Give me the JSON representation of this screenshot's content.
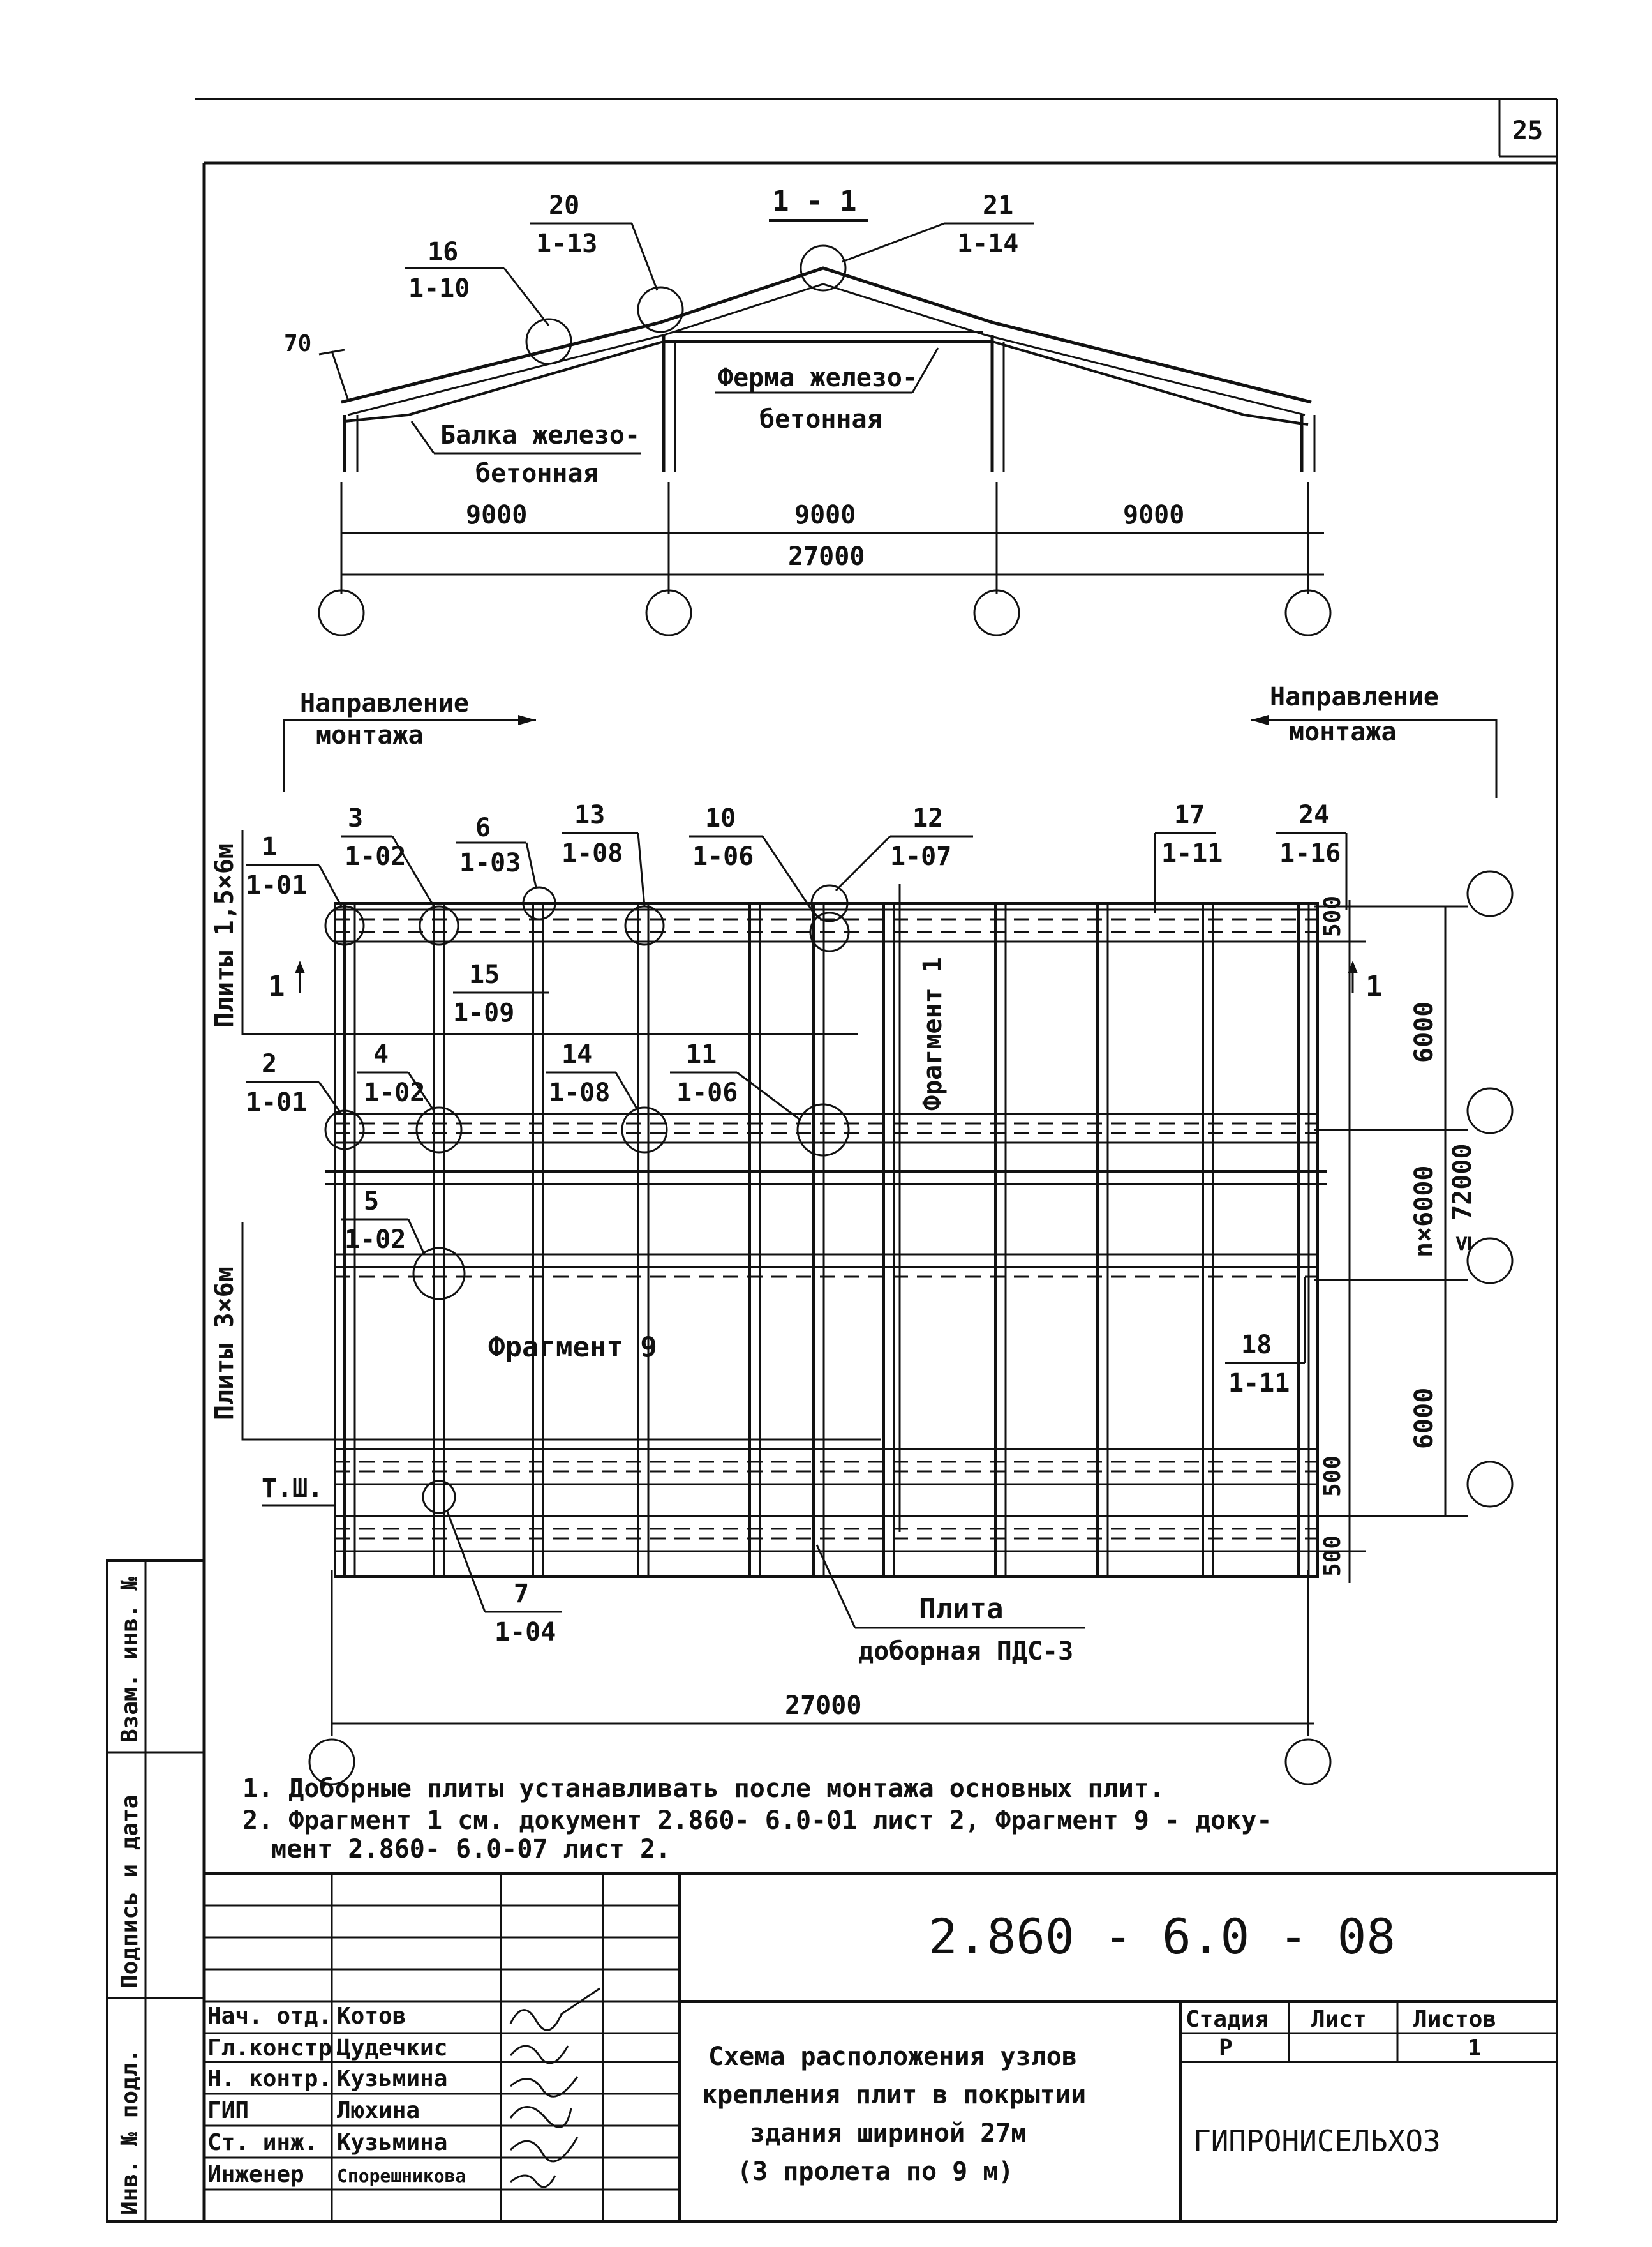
{
  "page_number": "25",
  "section": {
    "title": "1 - 1",
    "truss_label": [
      "Ферма железо-",
      "бетонная"
    ],
    "beam_label": [
      "Балка железо-",
      "бетонная"
    ],
    "slope_note": "70",
    "spans": [
      "9000",
      "9000",
      "9000"
    ],
    "total_span": "27000",
    "callouts": [
      {
        "num": "16",
        "ref": "1-10"
      },
      {
        "num": "20",
        "ref": "1-13"
      },
      {
        "num": "21",
        "ref": "1-14"
      }
    ]
  },
  "plan": {
    "direction_left": [
      "Направление",
      "монтажа"
    ],
    "direction_right": [
      "Направление",
      "монтажа"
    ],
    "plates_top": "Плиты 1,5×6м",
    "plates_bottom": "Плиты 3×6м",
    "section_mark_left": "1",
    "section_mark_right": "1",
    "fragment_1": "Фрагмент 1",
    "fragment_9": "Фрагмент 9",
    "ts_label": "Т.Ш.",
    "plate_label": [
      "Плита",
      "доборная ПДС-3"
    ],
    "total_width": "27000",
    "dims": {
      "d500_top": "500",
      "d6000_top": "6000",
      "n6000": "n×6000",
      "max": "≤ 72000",
      "d6000_bot": "6000",
      "d500_a": "500",
      "d500_b": "500"
    },
    "callouts": [
      {
        "num": "1",
        "ref": "1-01"
      },
      {
        "num": "3",
        "ref": "1-02"
      },
      {
        "num": "6",
        "ref": "1-03"
      },
      {
        "num": "13",
        "ref": "1-08"
      },
      {
        "num": "10",
        "ref": "1-06"
      },
      {
        "num": "12",
        "ref": "1-07"
      },
      {
        "num": "17",
        "ref": "1-11"
      },
      {
        "num": "24",
        "ref": "1-16"
      },
      {
        "num": "15",
        "ref": "1-09"
      },
      {
        "num": "2",
        "ref": "1-01"
      },
      {
        "num": "4",
        "ref": "1-02"
      },
      {
        "num": "14",
        "ref": "1-08"
      },
      {
        "num": "11",
        "ref": "1-06"
      },
      {
        "num": "5",
        "ref": "1-02"
      },
      {
        "num": "18",
        "ref": "1-11"
      },
      {
        "num": "7",
        "ref": "1-04"
      }
    ]
  },
  "notes": [
    "1. Доборные плиты устанавливать после монтажа основных плит.",
    "2. Фрагмент 1 см. документ 2.860- 6.0-01 лист 2, Фрагмент 9 - доку-",
    "мент 2.860- 6.0-07 лист 2."
  ],
  "side_stamps": [
    "Взам. инв. №",
    "Подпись и дата",
    "Инв. № подл."
  ],
  "title_block": {
    "doc_code": "2.860 - 6.0 - 08",
    "title_lines": [
      "Схема расположения узлов",
      "крепления плит в покрытии",
      "здания шириной 27м",
      "(3 пролета по 9 м)"
    ],
    "stage_header": "Стадия",
    "sheet_header": "Лист",
    "sheets_header": "Листов",
    "stage": "Р",
    "sheet": "",
    "sheets": "1",
    "organization": "ГИПРОНИСЕЛЬХОЗ",
    "staff": [
      {
        "role": "Нач. отд.",
        "name": "Котов"
      },
      {
        "role": "Гл.констр.",
        "name": "Цудечкис"
      },
      {
        "role": "Н. контр.",
        "name": "Кузьмина"
      },
      {
        "role": "ГИП",
        "name": "Люхина"
      },
      {
        "role": "Ст. инж.",
        "name": "Кузьмина"
      },
      {
        "role": "Инженер",
        "name": "Спорешникова"
      }
    ]
  }
}
